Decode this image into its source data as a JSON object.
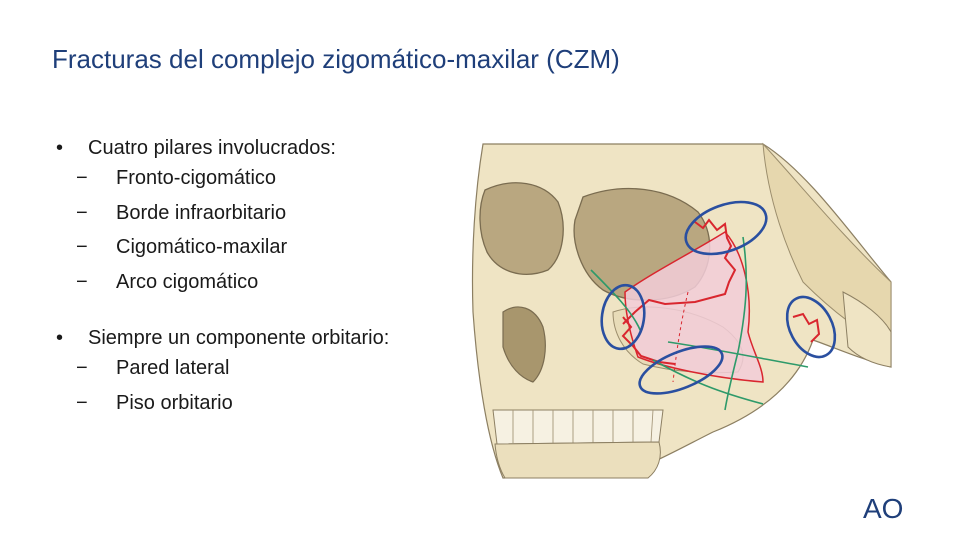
{
  "slide": {
    "title": "Fracturas del complejo zigomático-maxilar (CZM)",
    "bullets": [
      {
        "text": "Cuatro pilares involucrados:",
        "subs": [
          "Fronto-cigomático",
          "Borde infraorbitario",
          "Cigomático-maxilar",
          "Arco cigomático"
        ]
      },
      {
        "text": "Siempre un componente orbitario:",
        "subs": [
          "Pared lateral",
          "Piso orbitario"
        ]
      }
    ],
    "bullet_symbol": "•",
    "sub_symbol": "−",
    "logo_text": "AO"
  },
  "colors": {
    "title": "#1f3f7a",
    "highlight_ellipse": "#2a4fa0",
    "fracture_line": "#d9262e",
    "fragment_fill": "#f2cdd8",
    "bone": "#efe4c4",
    "suture_line": "#2e9a6a"
  },
  "figure": {
    "subject": "skull-zygomaticomaxillary-complex-illustration",
    "highlighted_buttresses": 4
  }
}
